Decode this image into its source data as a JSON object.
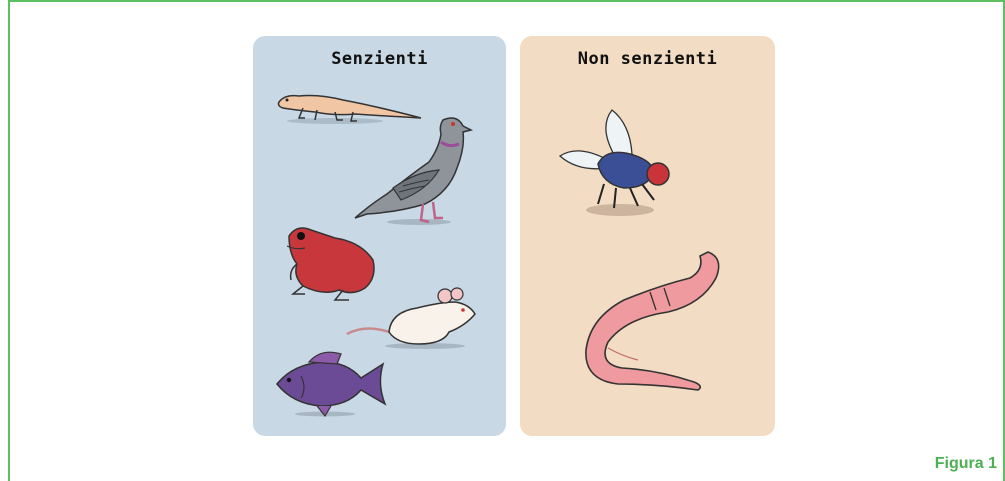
{
  "panels": {
    "sentient": {
      "title": "Senzienti",
      "color": "#c8d8e5",
      "animals": [
        "lizard-icon",
        "pigeon-icon",
        "frog-icon",
        "mouse-icon",
        "fish-icon"
      ]
    },
    "non_sentient": {
      "title": "Non senzienti",
      "color": "#f2dcc4",
      "animals": [
        "fly-icon",
        "earthworm-icon"
      ]
    }
  },
  "caption": "Figura 1",
  "colors": {
    "frame": "#5cc063",
    "caption": "#4cb052"
  }
}
